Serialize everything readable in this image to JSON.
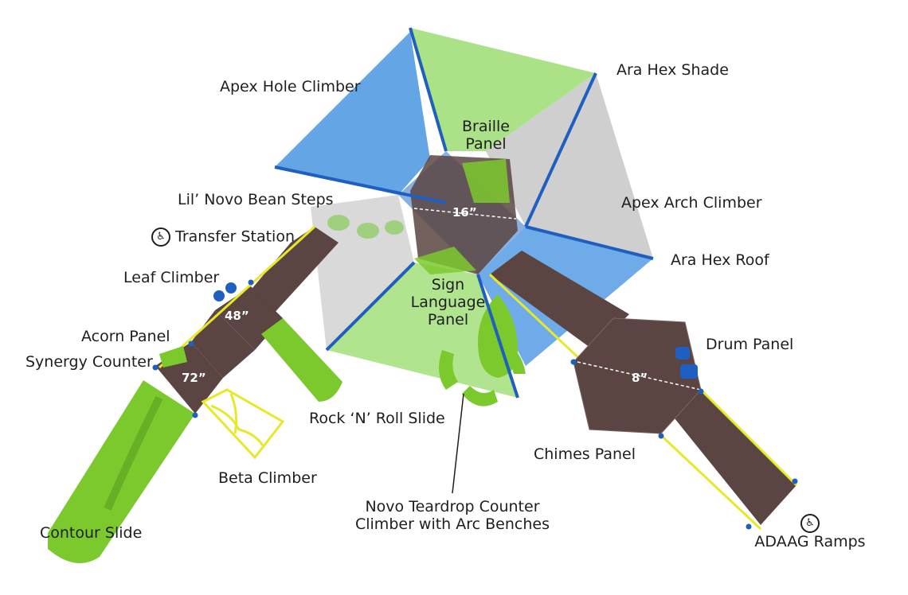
{
  "labels": {
    "apex_hole_climber": "Apex Hole Climber",
    "ara_hex_shade": "Ara Hex Shade",
    "braille_panel_l1": "Braille",
    "braille_panel_l2": "Panel",
    "lil_novo_bean_steps": "Lil’ Novo Bean Steps",
    "apex_arch_climber": "Apex Arch Climber",
    "transfer_station": "Transfer Station",
    "ara_hex_roof": "Ara Hex Roof",
    "leaf_climber": "Leaf Climber",
    "sign_language_panel_l1": "Sign",
    "sign_language_panel_l2": "Language",
    "sign_language_panel_l3": "Panel",
    "acorn_panel": "Acorn Panel",
    "drum_panel": "Drum Panel",
    "synergy_counter": "Synergy Counter",
    "rock_n_roll_slide": "Rock ‘N’ Roll Slide",
    "chimes_panel": "Chimes Panel",
    "beta_climber": "Beta Climber",
    "novo_teardrop_l1": "Novo Teardrop Counter",
    "novo_teardrop_l2": "Climber with Arc Benches",
    "contour_slide": "Contour Slide",
    "adaag_ramps": "ADAAG Ramps"
  },
  "dimensions": {
    "deck_16": "16”",
    "deck_48": "48”",
    "deck_72": "72”",
    "deck_8": "8”"
  },
  "icons": {
    "accessibility": "wheelchair-icon"
  },
  "colors": {
    "deck": "#5a4542",
    "post_blue": "#1f5fbf",
    "shade_blue": "#3d8fe0",
    "shade_green": "#8fd860",
    "shade_gray": "#c9c9c9",
    "slide_green": "#7cc92e",
    "rail_yellow": "#e8e82a"
  }
}
